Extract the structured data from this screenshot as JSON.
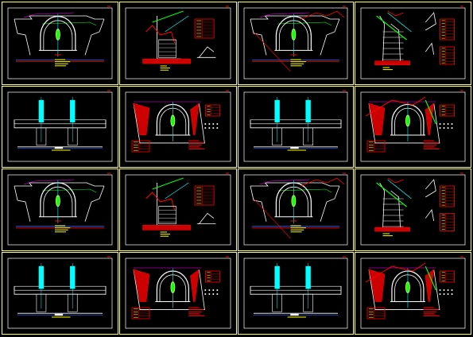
{
  "app": {
    "title": ""
  },
  "colors": {
    "background": "#000000",
    "frame": "#ffff66",
    "inner_border": "#ffffff",
    "tunnel_lining": "#ffffff",
    "center_line": "#00ffff",
    "green": "#00ff00",
    "red": "#ff0000",
    "fill_red": "#cc0000",
    "yellow": "#ffff00",
    "blue": "#3366ff",
    "magenta": "#ff00ff"
  },
  "sheets": {
    "rows": [
      {
        "cells": [
          {
            "type": "portal_front"
          },
          {
            "type": "section_detail"
          },
          {
            "type": "portal_front_slope"
          },
          {
            "type": "retaining_profile"
          }
        ]
      },
      {
        "cells": [
          {
            "type": "portal_plan"
          },
          {
            "type": "portal_red"
          },
          {
            "type": "portal_plan"
          },
          {
            "type": "portal_red_slope"
          }
        ]
      },
      {
        "cells": [
          {
            "type": "portal_front"
          },
          {
            "type": "section_detail"
          },
          {
            "type": "portal_front_slope"
          },
          {
            "type": "retaining_profile"
          }
        ]
      },
      {
        "cells": [
          {
            "type": "portal_plan"
          },
          {
            "type": "portal_red"
          },
          {
            "type": "portal_plan"
          },
          {
            "type": "portal_red_slope"
          }
        ]
      }
    ]
  }
}
